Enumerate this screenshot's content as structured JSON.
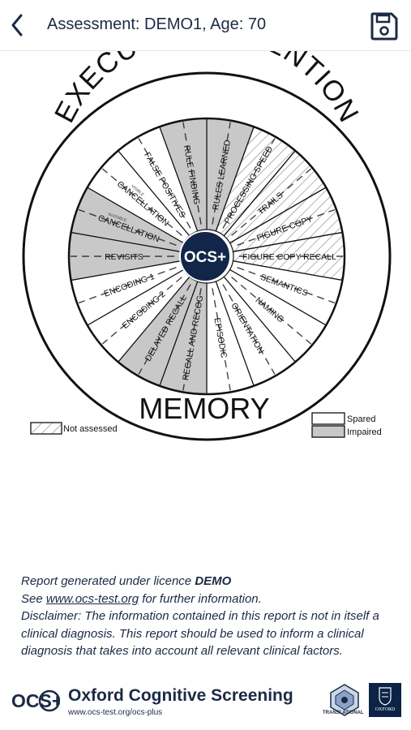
{
  "header": {
    "title": "Assessment: DEMO1, Age: 70",
    "back_icon": "chevron-left-icon",
    "save_icon": "floppy-disk-icon"
  },
  "wheel": {
    "top_arc_label": "EXECUTIVE ATTENTION",
    "bottom_label": "MEMORY",
    "center_label": "OCS+",
    "colors": {
      "impaired": "#c8c8c8",
      "spared": "#ffffff",
      "center": "#12264a"
    },
    "segments": [
      {
        "label": "RULES LEARNED",
        "status": "impaired"
      },
      {
        "label": "PROCESSING SPEED",
        "status": "not-assessed"
      },
      {
        "label": "TRAILS",
        "status": "not-assessed"
      },
      {
        "label": "FIGURE COPY",
        "status": "not-assessed"
      },
      {
        "label": "FIGURE COPY RECALL",
        "status": "not-assessed"
      },
      {
        "label": "SEMANTICS",
        "status": "spared"
      },
      {
        "label": "NAMING",
        "status": "spared"
      },
      {
        "label": "ORIENTATION",
        "status": "spared"
      },
      {
        "label": "EPISODIC",
        "status": "spared"
      },
      {
        "label": "RECALL AND RECOG",
        "status": "impaired"
      },
      {
        "label": "DELAYED RECALL",
        "status": "impaired"
      },
      {
        "label": "ENCODING 2",
        "status": "spared"
      },
      {
        "label": "ENCODING 1",
        "status": "spared"
      },
      {
        "label": "REVISITS",
        "status": "impaired"
      },
      {
        "label": "CANCELLATION",
        "sublabel": "INVISIBLE",
        "status": "impaired"
      },
      {
        "label": "CANCELLATION",
        "sublabel": "VISIBLE",
        "status": "spared"
      },
      {
        "label": "FALSE POSITIVES",
        "status": "spared"
      },
      {
        "label": "RULE FINDING",
        "status": "impaired"
      }
    ]
  },
  "legend": {
    "not_assessed": "Not assessed",
    "spared": "Spared",
    "impaired": "Impaired"
  },
  "footer": {
    "licence_prefix": "Report generated under licence ",
    "licence_name": "DEMO",
    "see_prefix": "See ",
    "see_link": "www.ocs-test.org",
    "see_suffix": " for further information.",
    "disclaimer": "Disclaimer: The information contained in this report is not in itself a clinical diagnosis. This report should be used to inform a clinical diagnosis that takes into account all relevant clinical factors."
  },
  "brand": {
    "logo_text": "OCS+",
    "name": "Oxford Cognitive Screening",
    "url": "www.ocs-test.org/ocs-plus",
    "translational_label": "TRANSLATIONAL",
    "oxford_label": "OXFORD"
  }
}
